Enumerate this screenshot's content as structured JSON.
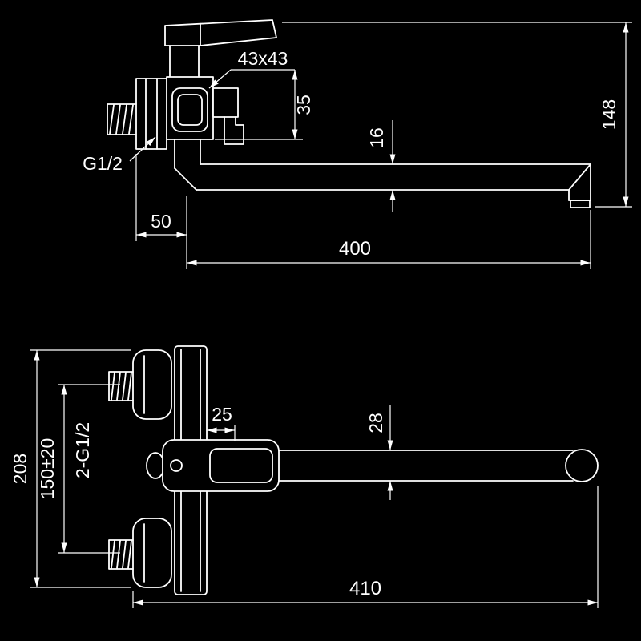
{
  "drawing": {
    "type": "faucet-technical-drawing",
    "background": "#000000",
    "line_color": "#ffffff",
    "side_view": {
      "cartridge_size": "43x43",
      "body_height": "35",
      "spout_height": "16",
      "overall_height": "148",
      "thread_label": "G1/2",
      "wall_offset": "50",
      "spout_reach": "400"
    },
    "front_view": {
      "body_offset": "25",
      "spout_width": "28",
      "overall_height": "208",
      "inlet_spacing": "150±20",
      "inlet_thread_label": "2-G1/2",
      "overall_length": "410"
    }
  }
}
